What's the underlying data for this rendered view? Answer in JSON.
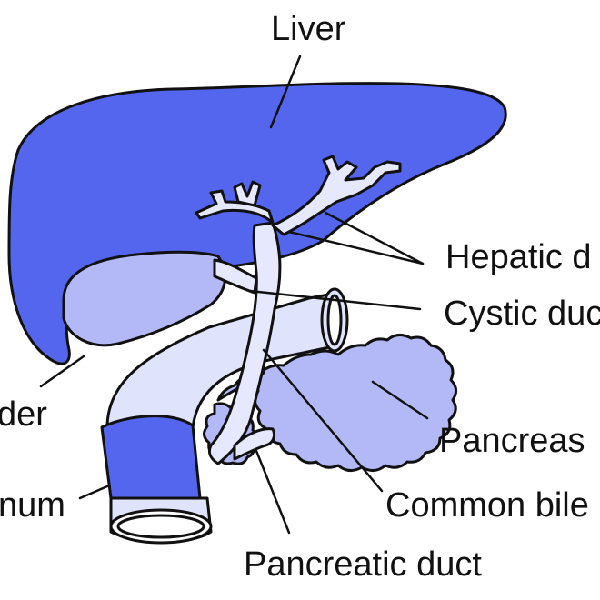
{
  "colors": {
    "liver": "#5566ee",
    "gallbladder": "#b3b9f7",
    "ducts": "#e6e9fd",
    "duodenum_tube": "#dfe3fc",
    "duodenum_band": "#5566ee",
    "pancreas": "#b3b9f7",
    "outline": "#111111",
    "background": "#ffffff"
  },
  "labels": {
    "liver": "Liver",
    "hepatic_duct": "Hepatic d",
    "cystic_duct": "Cystic duc",
    "gallbladder": "der",
    "pancreas": "Pancreas",
    "duodenum": "num",
    "common_bile_duct": "Common bile",
    "pancreatic_duct": "Pancreatic duct"
  }
}
